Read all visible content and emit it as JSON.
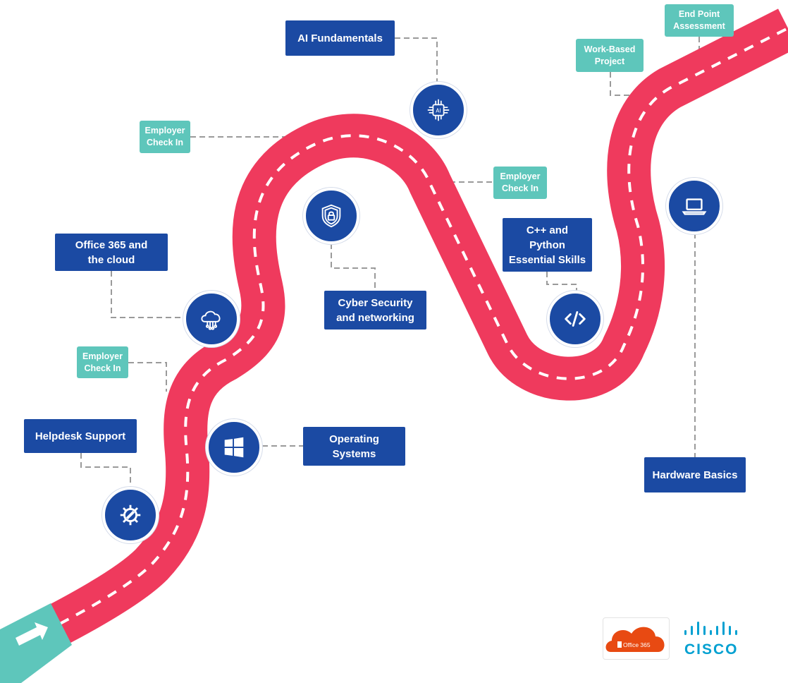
{
  "colors": {
    "road": "#ef3a5d",
    "road_dash": "#ffffff",
    "start_arrow": "#5ec6bb",
    "primary_box": "#1b4aa3",
    "milestone_box": "#5ec6bb",
    "connector": "#9a9a9a"
  },
  "modules": {
    "helpdesk": "Helpdesk Support",
    "office365": "Office 365 and\nthe cloud",
    "operating_systems": "Operating\nSystems",
    "cyber": "Cyber Security\nand networking",
    "ai": "AI Fundamentals",
    "cpp_python": "C++ and\nPython\nEssential Skills",
    "hardware": "Hardware Basics"
  },
  "milestones": {
    "employer_check_in_1": "Employer\nCheck In",
    "employer_check_in_2": "Employer\nCheck In",
    "employer_check_in_3": "Employer\nCheck In",
    "work_based_project": "Work-Based\nProject",
    "end_point_assessment": "End Point\nAssessment"
  },
  "icons": {
    "helpdesk": "gear-wrench-icon",
    "office365": "cloud-circuit-icon",
    "operating_systems": "windows-icon",
    "cyber": "shield-lock-icon",
    "ai": "ai-chip-icon",
    "cpp_python": "code-icon",
    "hardware": "laptop-icon",
    "start": "arrow-right-icon"
  },
  "logos": {
    "office365_text": "Office 365",
    "cisco_text": "CISCO"
  }
}
